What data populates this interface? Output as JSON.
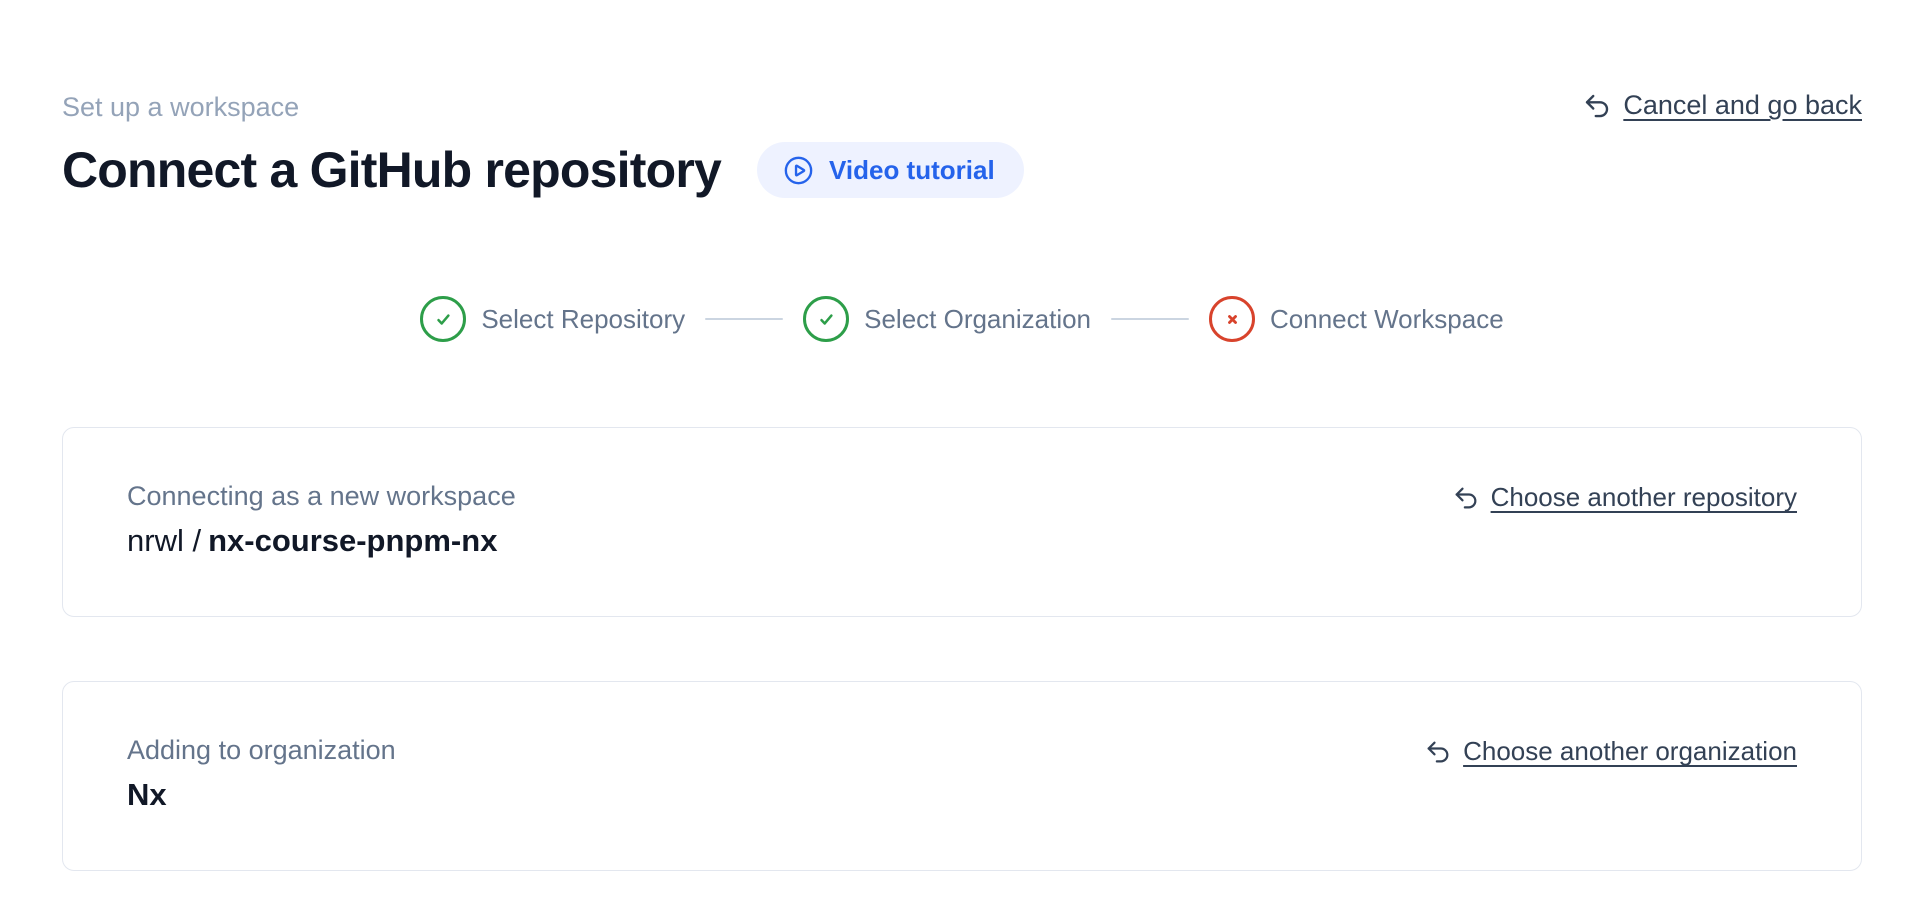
{
  "header": {
    "eyebrow": "Set up a workspace",
    "title": "Connect a GitHub repository",
    "video_button_label": "Video tutorial",
    "cancel_label": "Cancel and go back"
  },
  "stepper": {
    "steps": [
      {
        "label": "Select Repository",
        "status": "complete"
      },
      {
        "label": "Select Organization",
        "status": "complete"
      },
      {
        "label": "Connect Workspace",
        "status": "error"
      }
    ]
  },
  "repository_card": {
    "label": "Connecting as a new workspace",
    "owner": "nrwl /",
    "repo": "nx-course-pnpm-nx",
    "action_label": "Choose another repository"
  },
  "organization_card": {
    "label": "Adding to organization",
    "name": "Nx",
    "action_label": "Choose another organization"
  },
  "colors": {
    "accent_blue": "#2563eb",
    "pill_background": "#eef2ff",
    "success_green": "#2d9e49",
    "error_red": "#d8432c",
    "link_text": "#334155",
    "muted_text": "#64748b",
    "eyebrow_text": "#94a3b8",
    "heading_text": "#111827",
    "card_border": "#e3e7ef",
    "connector_gray": "#cbd5e1"
  }
}
